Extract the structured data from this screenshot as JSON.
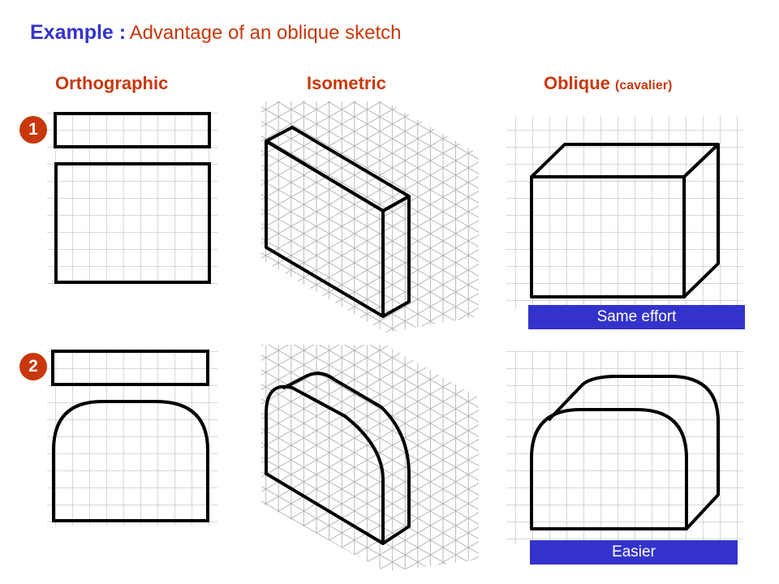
{
  "title": {
    "lead": "Example :",
    "rest": "Advantage of an oblique sketch"
  },
  "columns": [
    {
      "label": "Orthographic",
      "sub": ""
    },
    {
      "label": "Isometric",
      "sub": ""
    },
    {
      "label": "Oblique",
      "sub": "(cavalier)"
    }
  ],
  "rows": [
    {
      "number": "1",
      "shape": "rectangular block",
      "oblique_verdict": "Same effort"
    },
    {
      "number": "2",
      "shape": "block with rounded top",
      "oblique_verdict": "Easier"
    }
  ],
  "colors": {
    "accent_blue": "#3333cc",
    "accent_red": "#c8380c",
    "grid": "#b0b0b0",
    "outline": "#000000"
  }
}
